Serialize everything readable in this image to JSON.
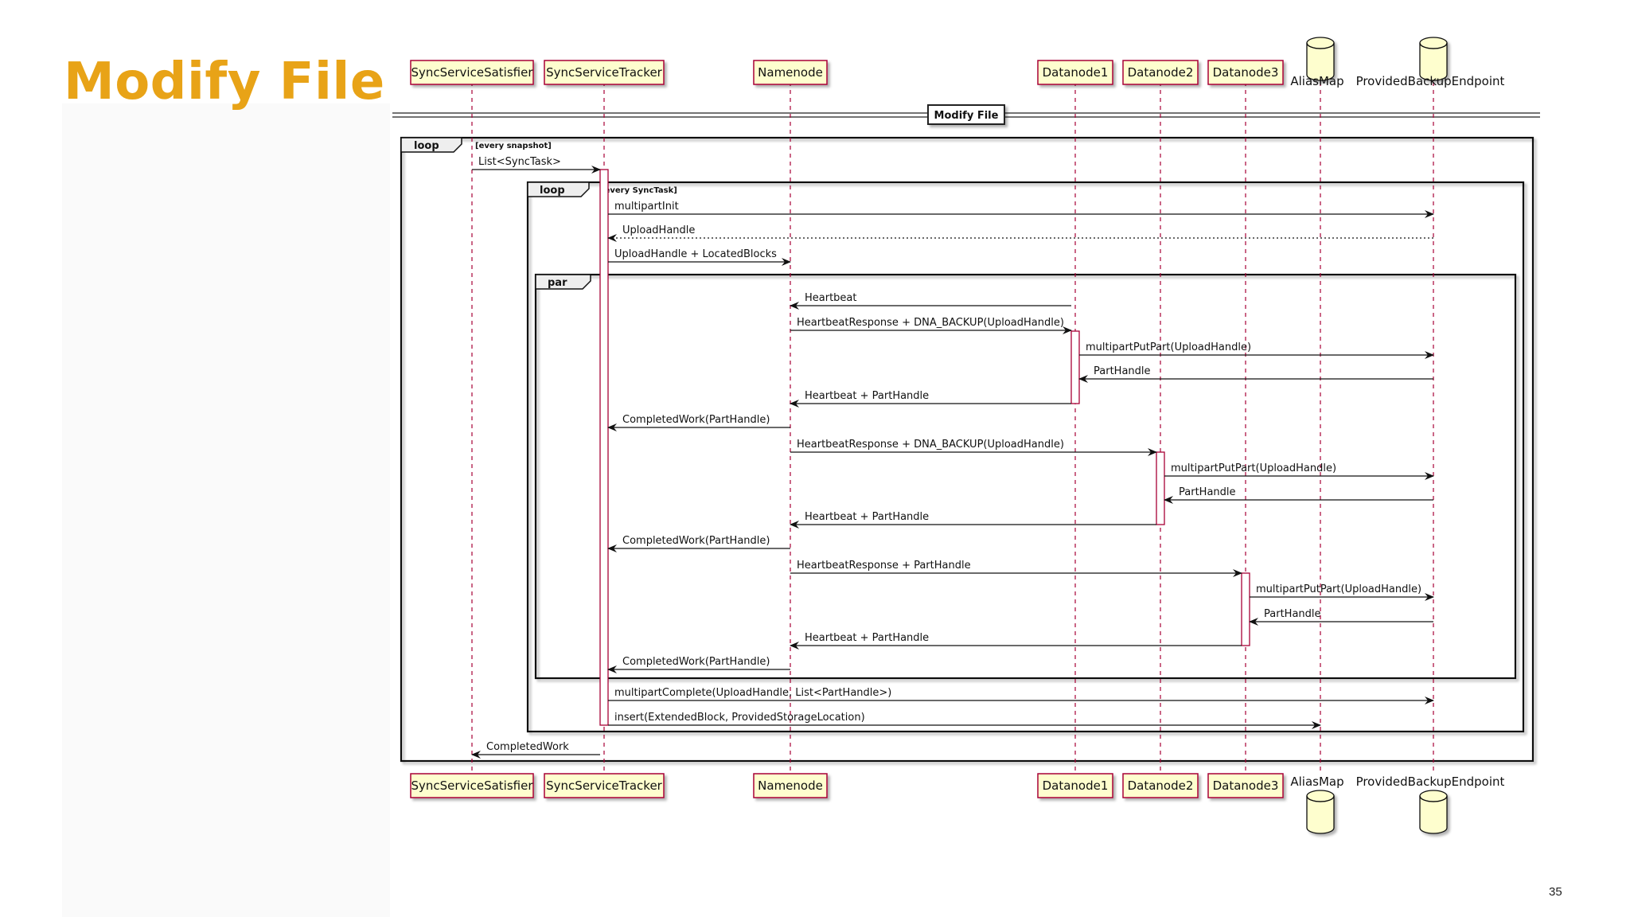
{
  "slide": {
    "title": "Modify File",
    "page_number": "35"
  },
  "diagram": {
    "divider_label": "Modify File",
    "participants": [
      {
        "id": "ss",
        "name": "SyncServiceSatisfier",
        "kind": "participant"
      },
      {
        "id": "st",
        "name": "SyncServiceTracker",
        "kind": "participant"
      },
      {
        "id": "nn",
        "name": "Namenode",
        "kind": "participant"
      },
      {
        "id": "d1",
        "name": "Datanode1",
        "kind": "participant"
      },
      {
        "id": "d2",
        "name": "Datanode2",
        "kind": "participant"
      },
      {
        "id": "d3",
        "name": "Datanode3",
        "kind": "participant"
      },
      {
        "id": "am",
        "name": "AliasMap",
        "kind": "database"
      },
      {
        "id": "pb",
        "name": "ProvidedBackupEndpoint",
        "kind": "database"
      }
    ],
    "frames": [
      {
        "keyword": "loop",
        "condition": "[every snapshot]"
      },
      {
        "keyword": "loop",
        "condition": "[every SyncTask]"
      },
      {
        "keyword": "par",
        "condition": ""
      }
    ],
    "messages": [
      {
        "from": "ss",
        "to": "st",
        "label": "List<SyncTask>",
        "style": "solid"
      },
      {
        "from": "st",
        "to": "pb",
        "label": "multipartInit",
        "style": "solid"
      },
      {
        "from": "pb",
        "to": "st",
        "label": "UploadHandle",
        "style": "dotted"
      },
      {
        "from": "st",
        "to": "nn",
        "label": "UploadHandle + LocatedBlocks",
        "style": "solid"
      },
      {
        "from": "d1",
        "to": "nn",
        "label": "Heartbeat",
        "style": "solid"
      },
      {
        "from": "nn",
        "to": "d1",
        "label": "HeartbeatResponse + DNA_BACKUP(UploadHandle)",
        "style": "solid"
      },
      {
        "from": "d1",
        "to": "pb",
        "label": "multipartPutPart(UploadHandle)",
        "style": "solid"
      },
      {
        "from": "pb",
        "to": "d1",
        "label": "PartHandle",
        "style": "solid"
      },
      {
        "from": "d1",
        "to": "nn",
        "label": "Heartbeat + PartHandle",
        "style": "solid"
      },
      {
        "from": "nn",
        "to": "st",
        "label": "CompletedWork(PartHandle)",
        "style": "solid"
      },
      {
        "from": "nn",
        "to": "d2",
        "label": "HeartbeatResponse + DNA_BACKUP(UploadHandle)",
        "style": "solid"
      },
      {
        "from": "d2",
        "to": "pb",
        "label": "multipartPutPart(UploadHandle)",
        "style": "solid"
      },
      {
        "from": "pb",
        "to": "d2",
        "label": "PartHandle",
        "style": "solid"
      },
      {
        "from": "d2",
        "to": "nn",
        "label": "Heartbeat + PartHandle",
        "style": "solid"
      },
      {
        "from": "nn",
        "to": "st",
        "label": "CompletedWork(PartHandle)",
        "style": "solid"
      },
      {
        "from": "nn",
        "to": "d3",
        "label": "HeartbeatResponse + PartHandle",
        "style": "solid"
      },
      {
        "from": "d3",
        "to": "pb",
        "label": "multipartPutPart(UploadHandle)",
        "style": "solid"
      },
      {
        "from": "pb",
        "to": "d3",
        "label": "PartHandle",
        "style": "solid"
      },
      {
        "from": "d3",
        "to": "nn",
        "label": "Heartbeat + PartHandle",
        "style": "solid"
      },
      {
        "from": "nn",
        "to": "st",
        "label": "CompletedWork(PartHandle)",
        "style": "solid"
      },
      {
        "from": "st",
        "to": "pb",
        "label": "multipartComplete(UploadHandle, List<PartHandle>)",
        "style": "solid"
      },
      {
        "from": "st",
        "to": "am",
        "label": "insert(ExtendedBlock, ProvidedStorageLocation)",
        "style": "solid"
      },
      {
        "from": "st",
        "to": "ss",
        "label": "CompletedWork",
        "style": "solid"
      }
    ],
    "colors": {
      "participant_fill": "#fefece",
      "participant_border": "#a80036",
      "lifeline": "#a80036",
      "activation_fill": "#ffffff",
      "title_accent": "#e8a317"
    }
  }
}
